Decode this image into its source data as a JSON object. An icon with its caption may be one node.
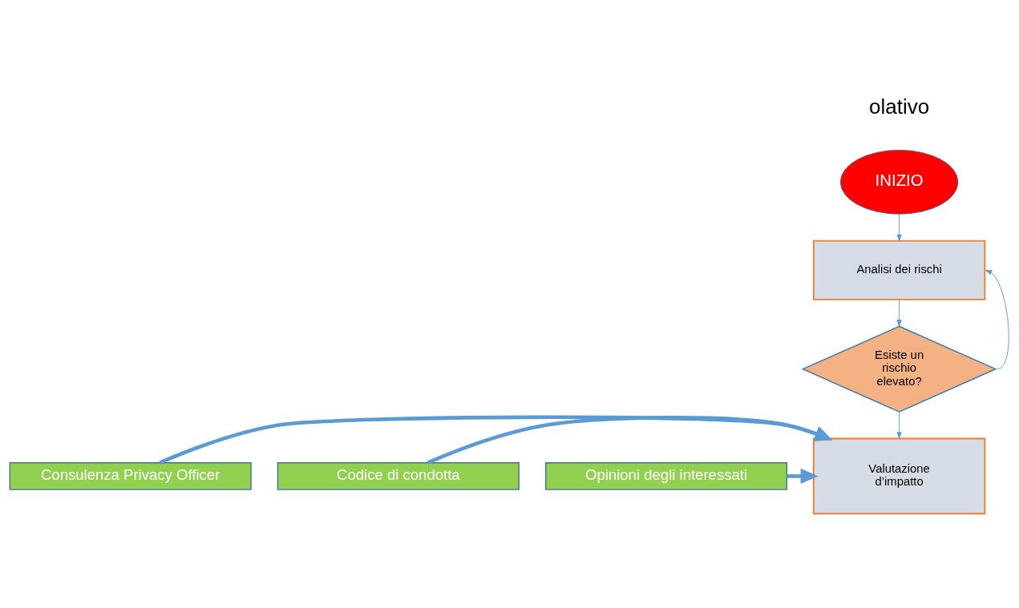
{
  "diagram": {
    "nodes": [
      {
        "text": [
          "INIZIO"
        ]
      },
      {
        "text": [
          "Analisi dei rischi"
        ]
      },
      {
        "text": [
          "Esiste un rischio elevato?"
        ]
      },
      {
        "text": [
          "Valutazione d’impatto"
        ]
      },
      {
        "text": [
          "Consulenza Privacy Officer"
        ]
      },
      {
        "text": [
          "Codice di condotta"
        ]
      },
      {
        "text": [
          "Opinioni degli interessati"
        ]
      }
    ],
    "edges": [
      {
        "from": 0,
        "to": 1,
        "arrow": "to"
      },
      {
        "from": 1,
        "to": 2,
        "arrow": "to"
      },
      {
        "from": 2,
        "to": 1,
        "arrow": "to"
      },
      {
        "from": 2,
        "to": 3,
        "arrow": "to"
      },
      {
        "from": 4,
        "to": 3,
        "arrow": "to",
        "style": "thick"
      },
      {
        "from": 5,
        "to": 3,
        "arrow": "to",
        "style": "thick"
      },
      {
        "from": 6,
        "to": 3,
        "arrow": "to",
        "style": "thick"
      }
    ],
    "labels": [
      "olativo"
    ]
  }
}
